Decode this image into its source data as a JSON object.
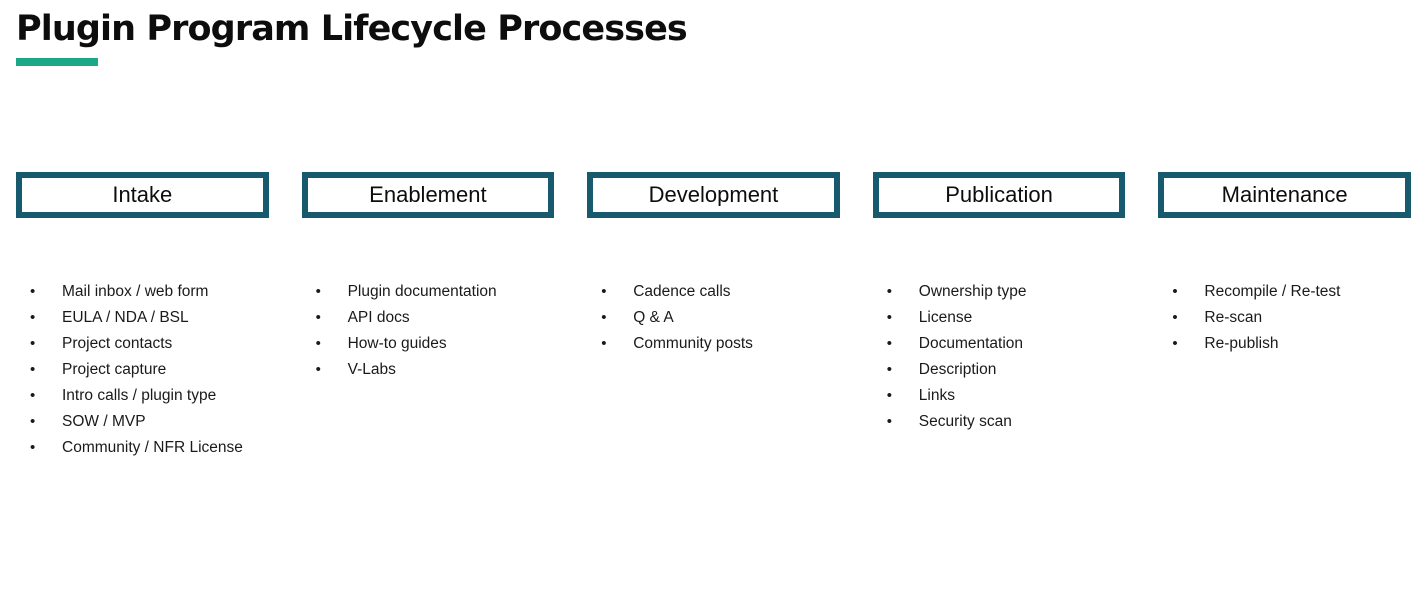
{
  "slide": {
    "title": "Plugin Program Lifecycle Processes",
    "accent_color": "#1aa887",
    "box_border_color": "#175a6e",
    "background_color": "#ffffff",
    "text_color": "#1a1a1a",
    "bullet_glyph": "•"
  },
  "columns": [
    {
      "phase": "Intake",
      "items": [
        "Mail inbox / web form",
        "EULA / NDA / BSL",
        "Project contacts",
        "Project capture",
        "Intro calls / plugin type",
        "SOW / MVP",
        "Community / NFR License"
      ]
    },
    {
      "phase": "Enablement",
      "items": [
        "Plugin documentation",
        "API docs",
        "How-to guides",
        "V-Labs"
      ]
    },
    {
      "phase": "Development",
      "items": [
        "Cadence calls",
        "Q & A",
        "Community posts"
      ]
    },
    {
      "phase": "Publication",
      "items": [
        "Ownership type",
        "License",
        "Documentation",
        "Description",
        "Links",
        "Security scan"
      ]
    },
    {
      "phase": "Maintenance",
      "items": [
        "Recompile / Re-test",
        "Re-scan",
        "Re-publish"
      ]
    }
  ]
}
